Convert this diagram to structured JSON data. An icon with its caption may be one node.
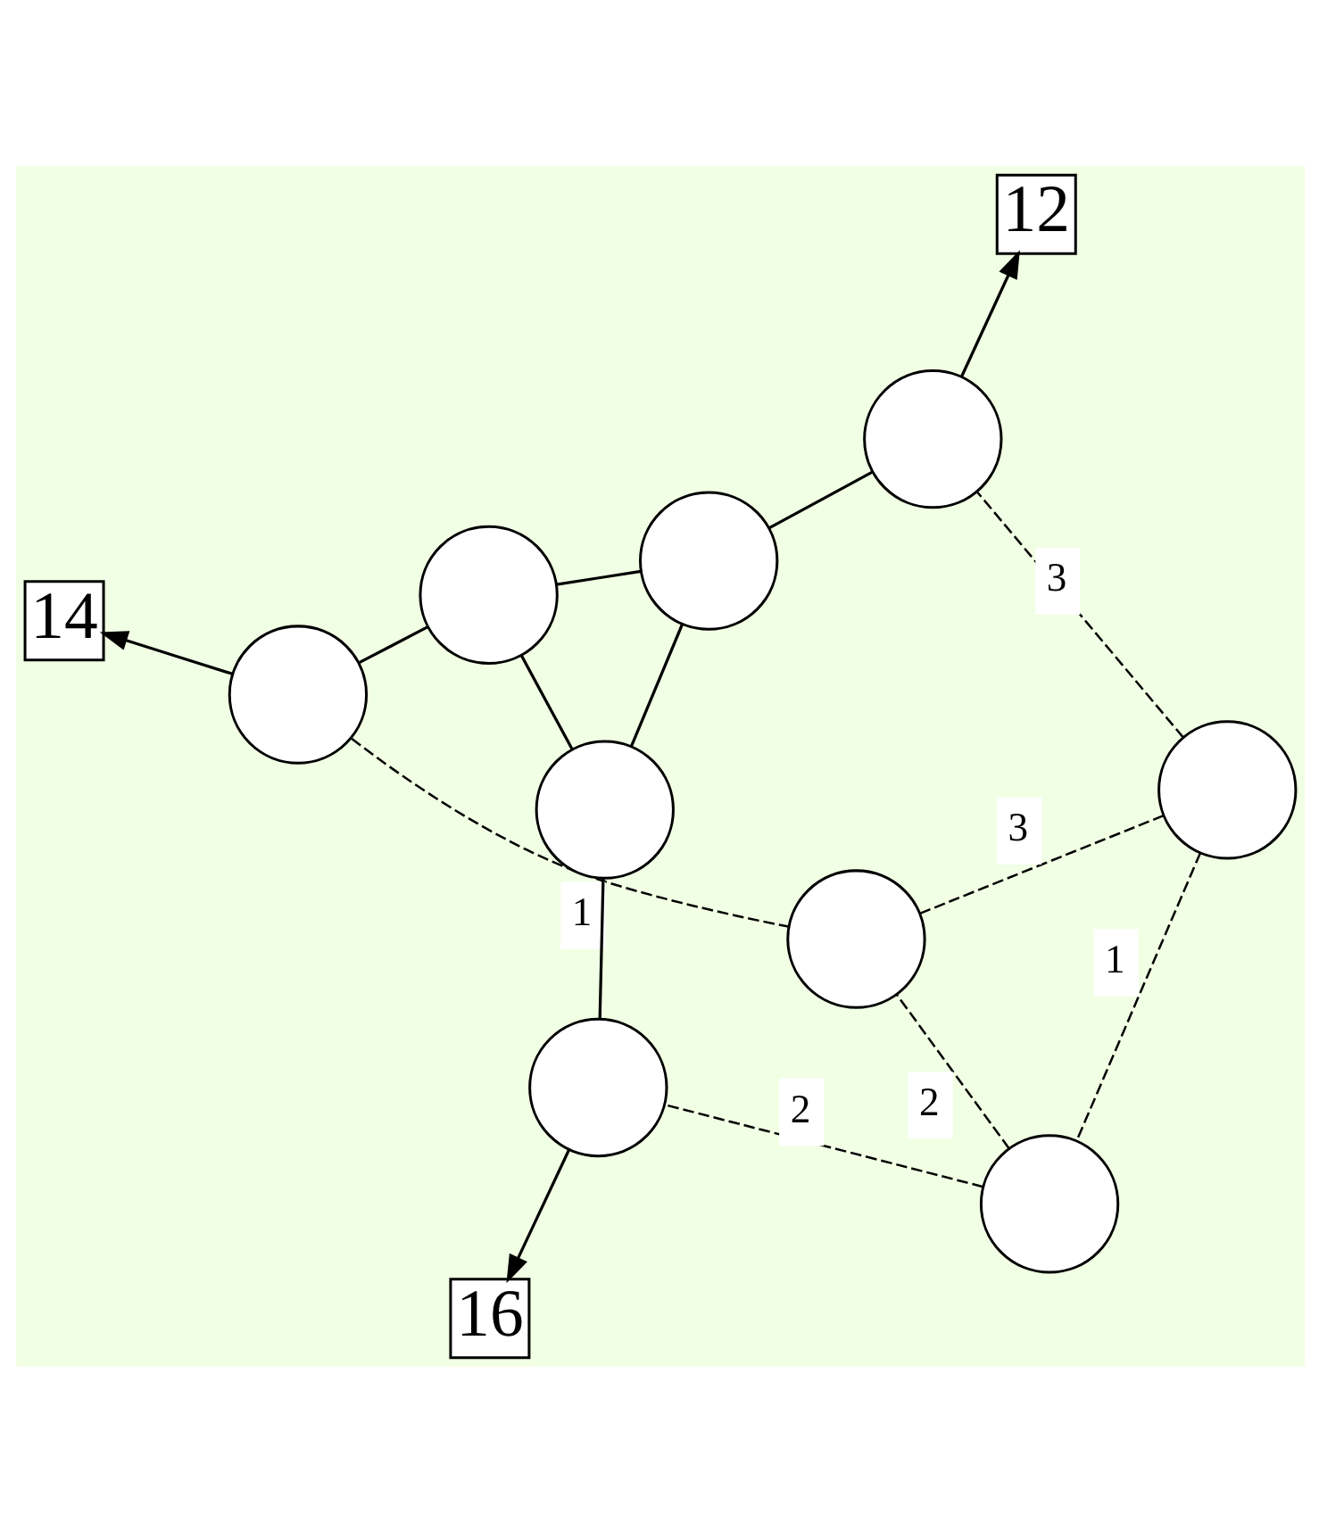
{
  "diagram": {
    "nodes": [
      {
        "text": [
          "14"
        ]
      },
      {
        "text": [],
        "shape": "circle"
      },
      {
        "text": [],
        "shape": "circle"
      },
      {
        "text": [],
        "shape": "circle"
      },
      {
        "text": [
          "12"
        ]
      },
      {
        "text": [],
        "shape": "circle"
      },
      {
        "text": [],
        "shape": "circle"
      },
      {
        "text": [],
        "shape": "circle"
      },
      {
        "text": [],
        "shape": "circle"
      },
      {
        "text": [],
        "shape": "circle"
      },
      {
        "text": [],
        "shape": "circle"
      },
      {
        "text": [
          "16"
        ]
      }
    ],
    "edges": [
      {
        "from": 2,
        "to": 0,
        "arrow": "to"
      },
      {
        "from": 3,
        "to": 2,
        "arrow": "none"
      },
      {
        "from": 3,
        "to": 6,
        "arrow": "none"
      },
      {
        "from": 3,
        "to": 7,
        "arrow": "none"
      },
      {
        "from": 5,
        "to": 4,
        "arrow": "to"
      },
      {
        "from": 5,
        "to": 6,
        "arrow": "none"
      },
      {
        "from": 6,
        "to": 7,
        "arrow": "none"
      },
      {
        "from": 7,
        "to": 9,
        "arrow": "none"
      },
      {
        "from": 9,
        "to": 11,
        "arrow": "to"
      },
      {
        "from": 1,
        "to": 8,
        "label": "1",
        "arrow": "none",
        "style": "dashed"
      },
      {
        "from": 1,
        "to": 5,
        "label": "3",
        "arrow": "none",
        "style": "dashed"
      },
      {
        "from": 1,
        "to": 10,
        "label": "3",
        "arrow": "none",
        "style": "dashed"
      },
      {
        "from": 2,
        "to": 10,
        "label": "1",
        "arrow": "none",
        "style": "dashed"
      },
      {
        "from": 8,
        "to": 9,
        "label": "2",
        "arrow": "none",
        "style": "dashed"
      },
      {
        "from": 8,
        "to": 10,
        "label": "2",
        "arrow": "none",
        "style": "dashed"
      }
    ]
  }
}
